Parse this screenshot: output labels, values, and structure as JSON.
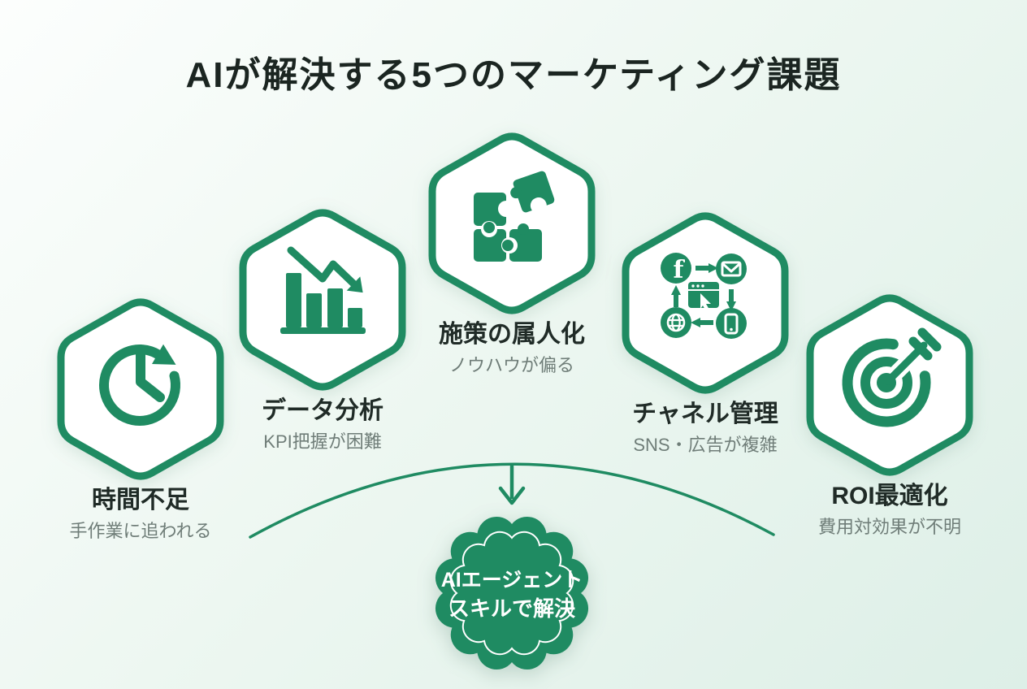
{
  "title": "AIが解決する5つのマーケティング課題",
  "colors": {
    "accent_green": "#1f8b62",
    "hexagon_fill": "#ffffff",
    "title_text": "#1b2521",
    "label_text": "#202b27",
    "sublabel_text": "#6f7d78",
    "background_from": "#fcfefd",
    "background_to": "#ddefe7"
  },
  "challenges": [
    {
      "icon": "clock-history-icon",
      "title": "時間不足",
      "subtitle": "手作業に追われる"
    },
    {
      "icon": "declining-bar-chart-icon",
      "title": "データ分析",
      "subtitle": "KPI把握が困難"
    },
    {
      "icon": "puzzle-pieces-icon",
      "title": "施策の属人化",
      "subtitle": "ノウハウが偏る"
    },
    {
      "icon": "marketing-channels-icon",
      "title": "チャネル管理",
      "subtitle": "SNS・広告が複雑"
    },
    {
      "icon": "target-dart-icon",
      "title": "ROI最適化",
      "subtitle": "費用対効果が不明"
    }
  ],
  "solution_badge": {
    "line1": "AIエージェント",
    "line2": "スキルで解決"
  }
}
